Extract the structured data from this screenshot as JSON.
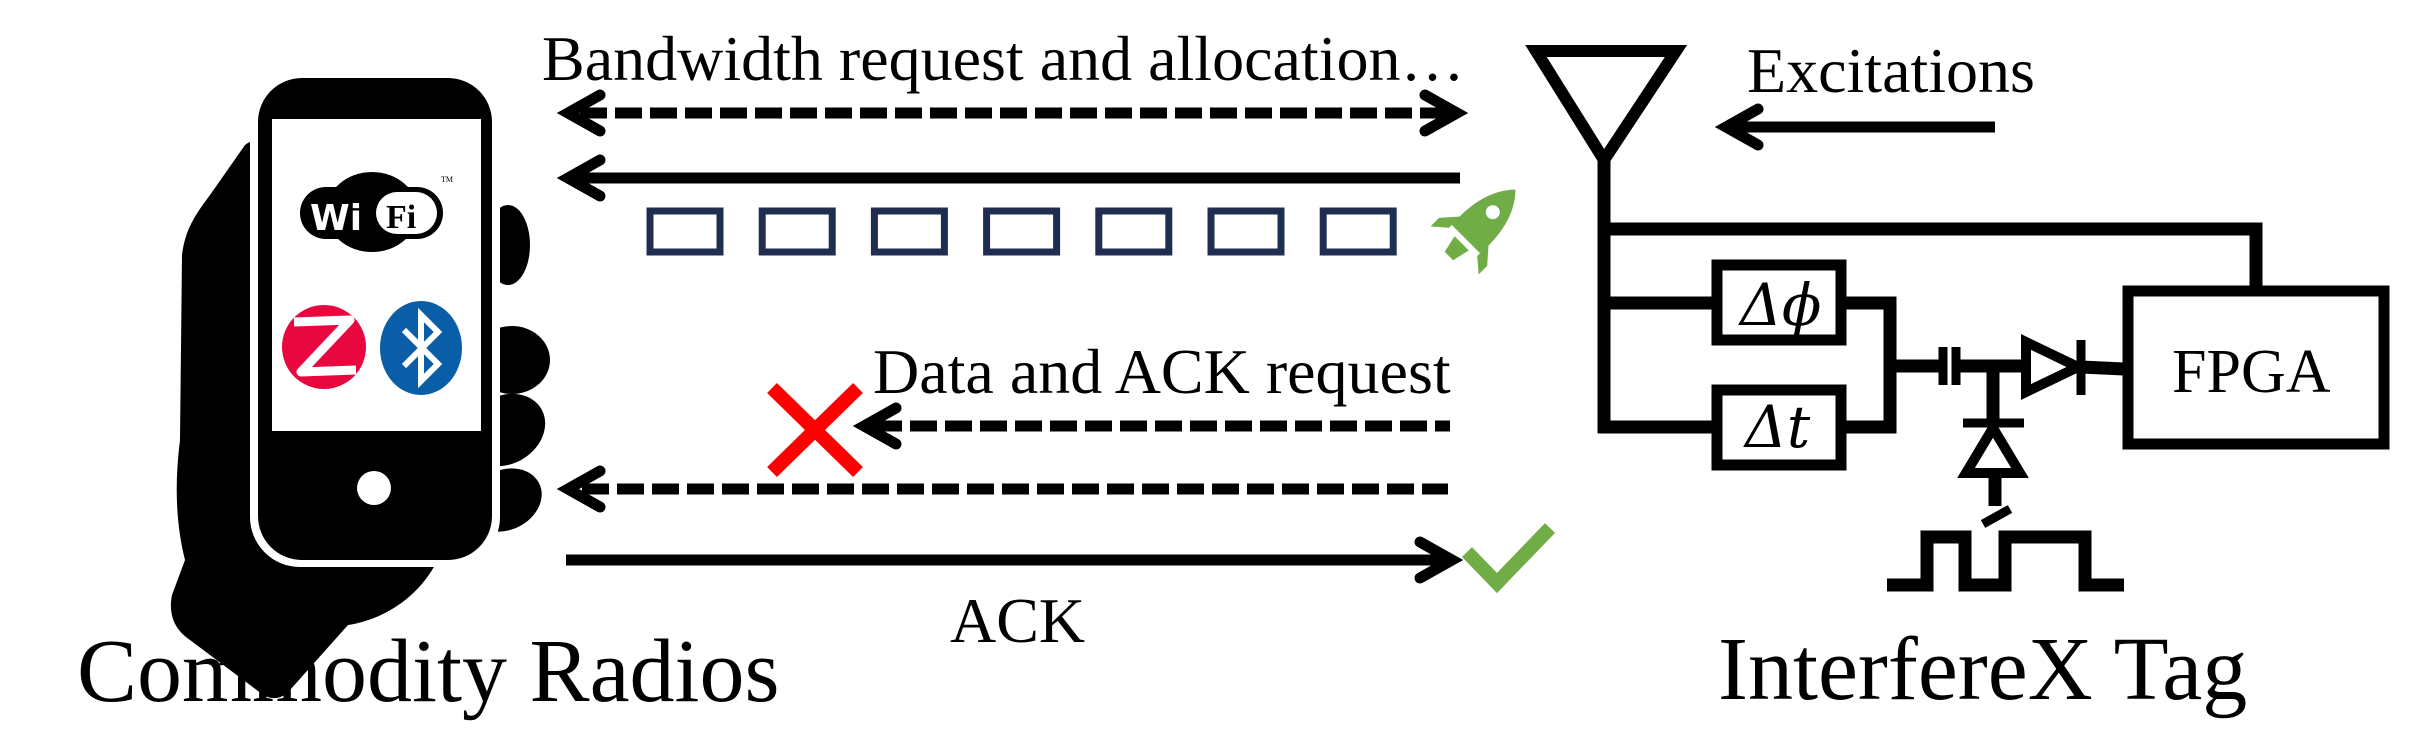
{
  "figure": {
    "left_label": "Commodity Radios",
    "right_label": "InterfereX Tag",
    "colors": {
      "packet_outline": "#1f2d50",
      "rocket": "#70ad47",
      "check": "#70ad47",
      "cross": "#ff0000",
      "zigbee": "#e8073f",
      "bluetooth": "#0a5ea8",
      "ink": "#000000"
    }
  },
  "phone": {
    "icons": [
      "wifi-logo",
      "zigbee-logo",
      "bluetooth-logo"
    ],
    "wifi_text_left": "Wi",
    "wifi_text_right": "Fi",
    "wifi_tm": "TM"
  },
  "messages": {
    "bandwidth": "Bandwidth request and allocation…",
    "data_ack_request": "Data and ACK request",
    "ack": "ACK",
    "excitations": "Excitations"
  },
  "packets": {
    "count": 7
  },
  "tag": {
    "phase_shifter": "Δϕ",
    "time_delay": "Δt",
    "controller": "FPGA"
  }
}
